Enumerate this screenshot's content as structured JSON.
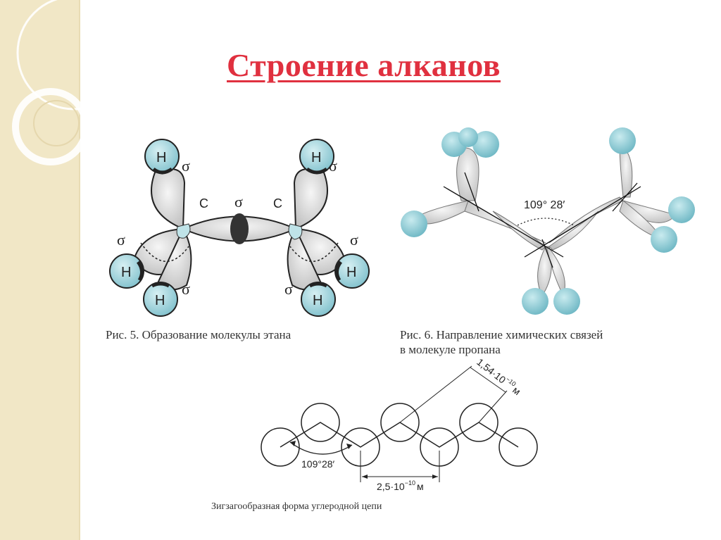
{
  "slide": {
    "title": "Строение алканов"
  },
  "figure5": {
    "caption": "Рис. 5. Образование молекулы этана",
    "sigma": "σ",
    "carbon": "C",
    "hydrogen": "H"
  },
  "figure6": {
    "caption_line1": "Рис. 6. Направление химических связей",
    "caption_line2": "в молекуле пропана",
    "angle": "109° 28′"
  },
  "zigzag": {
    "bond_length": "1,54·10",
    "bond_length_exp": "−10",
    "bond_length_unit": "м",
    "angle": "109°28′",
    "distance": "2,5·10",
    "distance_exp": "−10",
    "distance_unit": "м",
    "caption": "Зигзагообразная форма углеродной цепи"
  },
  "colors": {
    "title": "#e0303f",
    "band": "#f1e7c6",
    "hydrogen": "#9fd3dc",
    "orbital": "#d9d9d9"
  }
}
